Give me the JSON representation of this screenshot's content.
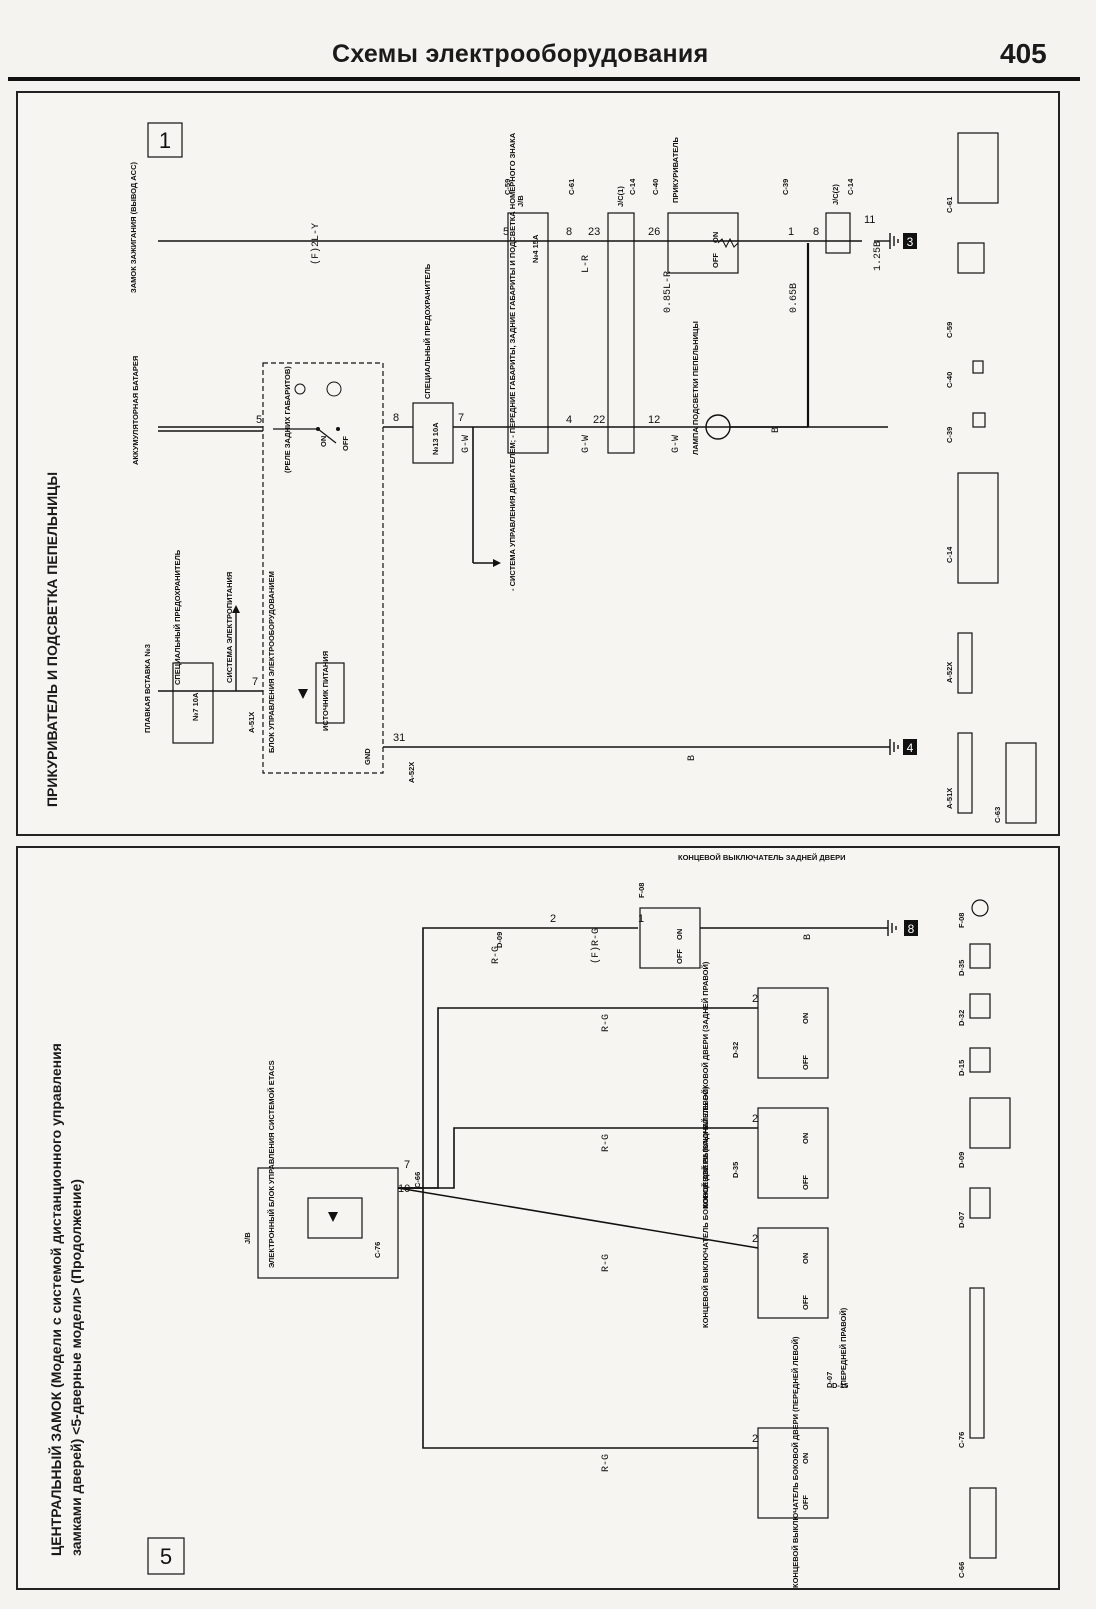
{
  "header": {
    "title": "Схемы электрооборудования",
    "page": "405"
  },
  "top": {
    "number": "1",
    "title": "ПРИКУРИВАТЕЛЬ И ПОДСВЕТКА ПЕПЕЛЬНИЦЫ",
    "labels": {
      "ignition": "ЗАМОК ЗАЖИГАНИЯ (ВЫВОД ACC)",
      "battery": "АККУМУЛЯТОРНАЯ БАТАРЕЯ",
      "fusible": "ПЛАВКАЯ ВСТАВКА №3",
      "spec_fuse": "СПЕЦИАЛЬНЫЙ ПРЕДОХРАНИТЕЛЬ",
      "power_system": "СИСТЕМА ЭЛЕКТРОПИТАНИЯ",
      "relay": "(РЕЛЕ ЗАДНИХ ГАБАРИТОВ)",
      "power_source": "ИСТОЧНИК ПИТАНИЯ",
      "spec_fuse2": "СПЕЦИАЛЬНЫЙ ПРЕДОХРАНИТЕЛЬ",
      "control_unit": "БЛОК УПРАВЛЕНИЯ ЭЛЕКТРООБОРУДОВАНИЕМ",
      "engine_note": "- СИСТЕМА УПРАВЛЕНИЯ ДВИГАТЕЛЕМ; - ПЕРЕДНИЕ ГАБАРИТЫ, ЗАДНИЕ ГАБАРИТЫ И ПОДСВЕТКА НОМЕРНОГО ЗНАКА",
      "ashtray_lamp": "ЛАМПА ПОДСВЕТКИ ПЕПЕЛЬНИЦЫ",
      "lighter": "ПРИКУРИВАТЕЛЬ",
      "jb": "J/B",
      "jc1": "J/C(1)",
      "jc2": "J/C(2)",
      "fuse7": "№7 10A",
      "fuse13": "№13 10A",
      "fuse4": "№4 15A",
      "gnd": "GND",
      "on": "ON",
      "off": "OFF"
    },
    "wires": {
      "acc": "(F)2L-Y",
      "gw1": "G-W",
      "gw2": "G-W",
      "gw3": "G-W",
      "lr": "L-R",
      "lr85": "0.85L-R",
      "b065": "0.65B",
      "b125": "1.25B",
      "b1": "B",
      "b2": "B"
    },
    "pins": [
      "5",
      "8",
      "7",
      "4",
      "22",
      "12",
      "5",
      "8",
      "23",
      "26",
      "1",
      "8",
      "11",
      "7",
      "31"
    ],
    "grounds": [
      "3",
      "4"
    ],
    "connectors": [
      "C-59",
      "C-61",
      "C-14",
      "C-40",
      "C-39",
      "C-14",
      "A-51X",
      "A-52X",
      "A-52X",
      "C-63",
      "C-14",
      "C-39",
      "C-40",
      "C-59",
      "C-61"
    ]
  },
  "bottom": {
    "number": "5",
    "title_line1": "ЦЕНТРАЛЬНЫЙ ЗАМОК (Модели с системой дистанционного управления",
    "title_line2": "замками дверей) <5-дверные модели> (Продолжение)",
    "labels": {
      "jb": "J/B",
      "etacs": "ЭЛЕКТРОННЫЙ БЛОК УПРАВЛЕНИЯ СИСТЕМОЙ ETACS",
      "rear_door_switch": "КОНЦЕВОЙ ВЫКЛЮЧАТЕЛЬ ЗАДНЕЙ ДВЕРИ",
      "sw_front_left": "КОНЦЕВОЙ ВЫКЛЮЧАТЕЛЬ БОКОВОЙ ДВЕРИ (ПЕРЕДНЕЙ ЛЕВОЙ)",
      "sw_front_right": "(ПЕРЕДНЕЙ ПРАВОЙ)",
      "sw_rear_left": "КОНЦЕВОЙ ВЫКЛЮЧАТЕЛЬ БОКОВОЙ ДВЕРИ (ЗАДНЕЙ ЛЕВОЙ)",
      "sw_rear_right": "КОНЦЕВОЙ ВЫКЛЮЧАТЕЛЬ БОКОВОЙ ДВЕРИ (ЗАДНЕЙ ПРАВОЙ)",
      "on": "ON",
      "off": "OFF"
    },
    "wires": {
      "rg": "R-G",
      "frg": "(F)R-G",
      "b": "B"
    },
    "pins": [
      "7",
      "10",
      "2",
      "1",
      "2",
      "2",
      "2",
      "2",
      "2"
    ],
    "grounds": [
      "8"
    ],
    "connectors": [
      "C-66",
      "C-76",
      "D-09",
      "F-08",
      "D-15",
      "D-07",
      "D-35",
      "D-32",
      "C-66",
      "C-76",
      "D-07",
      "D-09",
      "D-15",
      "D-32",
      "D-35",
      "F-08"
    ]
  }
}
